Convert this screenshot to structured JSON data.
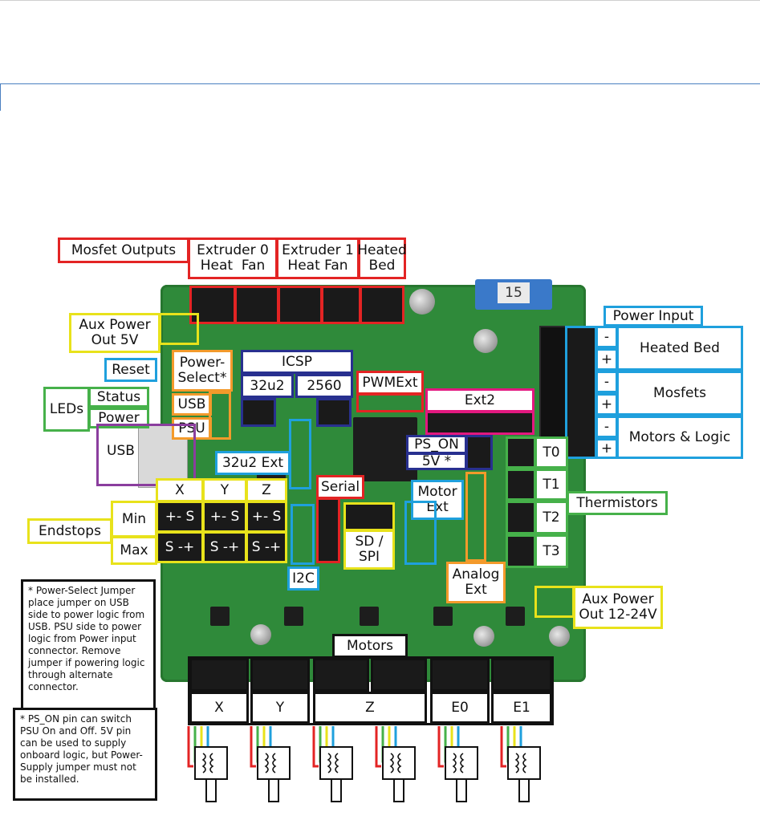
{
  "mosfet": {
    "title": "Mosfet Outputs",
    "extruder0": "Extruder 0",
    "extruder1": "Extruder 1",
    "heat": "Heat",
    "fan": "Fan",
    "heated_bed": "Heated\nBed"
  },
  "aux5v": "Aux Power\nOut 5V",
  "reset": "Reset",
  "power_select": "Power-\nSelect*",
  "usb_label": "USB",
  "psu_label": "PSU",
  "leds": {
    "title": "LEDs",
    "status": "Status",
    "power": "Power"
  },
  "usb_port": "USB",
  "icsp": {
    "title": "ICSP",
    "a": "32u2",
    "b": "2560"
  },
  "pwmext": "PWMExt",
  "ext2": "Ext2",
  "ext32u2": "32u2 Ext",
  "ps_on": "PS_ON",
  "v5": "5V *",
  "power_input": {
    "title": "Power Input",
    "heated_bed": "Heated Bed",
    "mosfets": "Mosfets",
    "motors_logic": "Motors & Logic",
    "minus": "-",
    "plus": "+"
  },
  "thermistors": {
    "title": "Thermistors",
    "t0": "T0",
    "t1": "T1",
    "t2": "T2",
    "t3": "T3"
  },
  "endstops": {
    "title": "Endstops",
    "x": "X",
    "y": "Y",
    "z": "Z",
    "min": "Min",
    "max": "Max",
    "min_pins": "+- S",
    "max_pins": "S -+"
  },
  "serial": "Serial",
  "sd_spi": "SD /\nSPI",
  "i2c": "I2C",
  "motor_ext": "Motor\nExt",
  "analog_ext": "Analog\nExt",
  "aux_24v": "Aux Power\nOut 12-24V",
  "motors": {
    "title": "Motors",
    "x": "X",
    "y": "Y",
    "z": "Z",
    "e0": "E0",
    "e1": "E1"
  },
  "fuse_label": "15",
  "notes": {
    "power_select": "* Power-Select Jumper place jumper on USB side to power logic from USB. PSU side to power logic from Power input connector. Remove jumper if powering logic through alternate connector.",
    "ps_on": "* PS_ON pin can switch PSU On and Off. 5V pin can be used to supply onboard logic, but Power-Supply jumper must not be installed."
  },
  "colors": {
    "board": "#2f8a3a",
    "red": "#e32424",
    "blue": "#1fa0dd",
    "yellow": "#e8e21b",
    "green": "#46b14a",
    "orange": "#f39a2b",
    "navy": "#28308f",
    "pink": "#e2187f",
    "purple": "#8b3e9e"
  }
}
